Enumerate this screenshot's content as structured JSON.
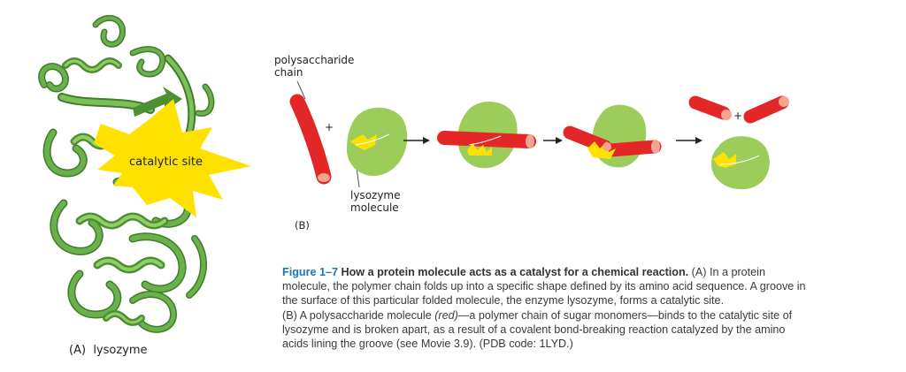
{
  "panel_a": {
    "letter": "(A)",
    "name": "lysozyme",
    "site_label": "catalytic site"
  },
  "panel_b": {
    "letter": "(B)",
    "polysaccharide_label_line1": "polysaccharide",
    "polysaccharide_label_line2": "chain",
    "lysozyme_label_line1": "lysozyme",
    "lysozyme_label_line2": "molecule",
    "plus_1": "+",
    "plus_2": "+"
  },
  "caption": {
    "figure_number": "Figure 1–7",
    "title": "How a protein molecule acts as a catalyst for a chemical reaction.",
    "body_1": " (A) In a protein molecule, the polymer chain folds up into a specific shape defined by its amino acid sequence. A groove in the surface of this particular folded molecule, the enzyme lysozyme, forms a catalytic site.",
    "body_2": "(B) A polysaccharide molecule ",
    "body_red": "(red)",
    "body_3": "—a polymer chain of sugar monomers—binds to the catalytic site of lysozyme and is broken apart, as a result of a covalent bond-breaking reaction catalyzed by the amino acids lining the groove (see Movie 3.9). (PDB code: 1LYD.)"
  },
  "colors": {
    "ribbon_green": "#6ab04c",
    "ribbon_dark": "#3f7d2a",
    "enzyme_green": "#9ccc5a",
    "site_yellow": "#ffe100",
    "chain_red": "#e32626",
    "chain_end": "#f4a58f",
    "caption_blue": "#1b75bc"
  }
}
